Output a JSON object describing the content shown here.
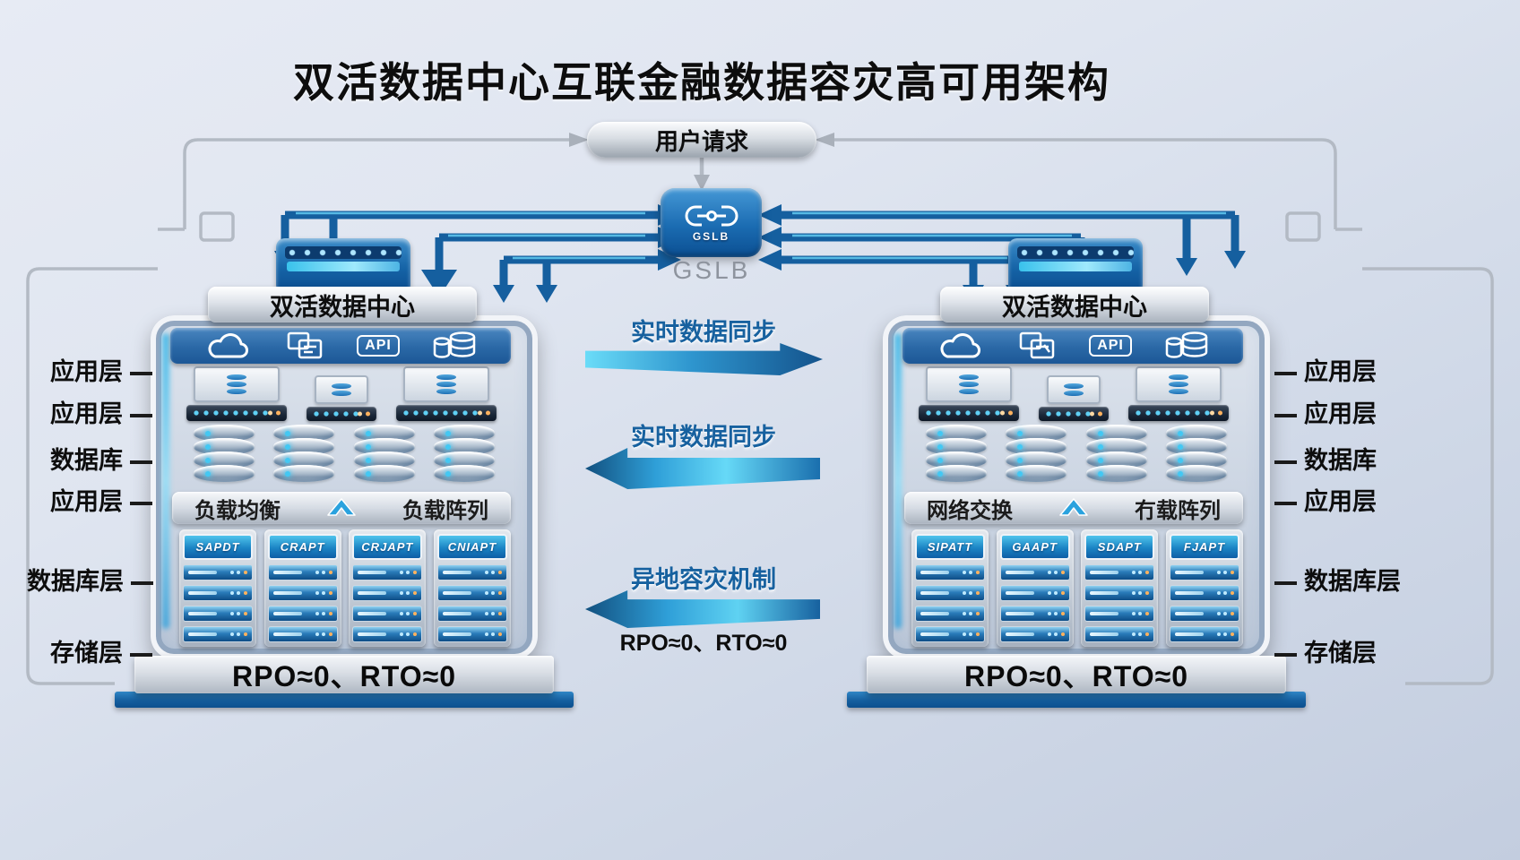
{
  "title": "双活数据中心互联金融数据容灾高可用架构",
  "user_request_label": "用户请求",
  "gslb": {
    "box_label": "GSLB",
    "caption": "GSLB"
  },
  "icons": {
    "api_label": "API"
  },
  "sync": {
    "arrow1_label": "实时数据同步",
    "arrow2_label": "实时数据同步",
    "arrow3_label": "异地容灾机制",
    "metrics_label": "RPO≈0、RTO≈0"
  },
  "colors": {
    "arrow_blue": "#155f9f",
    "text_blue": "#17619f",
    "wire_gray": "#b3bac4"
  },
  "left_dc": {
    "header": "双活数据中心",
    "side_labels": [
      "应用层",
      "应用层",
      "数据库",
      "应用层",
      "数据库层",
      "存储层"
    ],
    "load_bar": {
      "left": "负载均衡",
      "right": "负载阵列"
    },
    "racks": [
      "SAPDT",
      "CRAPT",
      "CRJAPT",
      "CNIAPT"
    ],
    "footer": "RPO≈0、RTO≈0"
  },
  "right_dc": {
    "header": "双活数据中心",
    "side_labels": [
      "应用层",
      "应用层",
      "数据库",
      "应用层",
      "数据库层",
      "存储层"
    ],
    "load_bar": {
      "left": "网络交换",
      "right": "冇载阵列"
    },
    "racks": [
      "SIPATT",
      "GAAPT",
      "SDAPT",
      "FJAPT"
    ],
    "footer": "RPO≈0、RTO≈0"
  }
}
